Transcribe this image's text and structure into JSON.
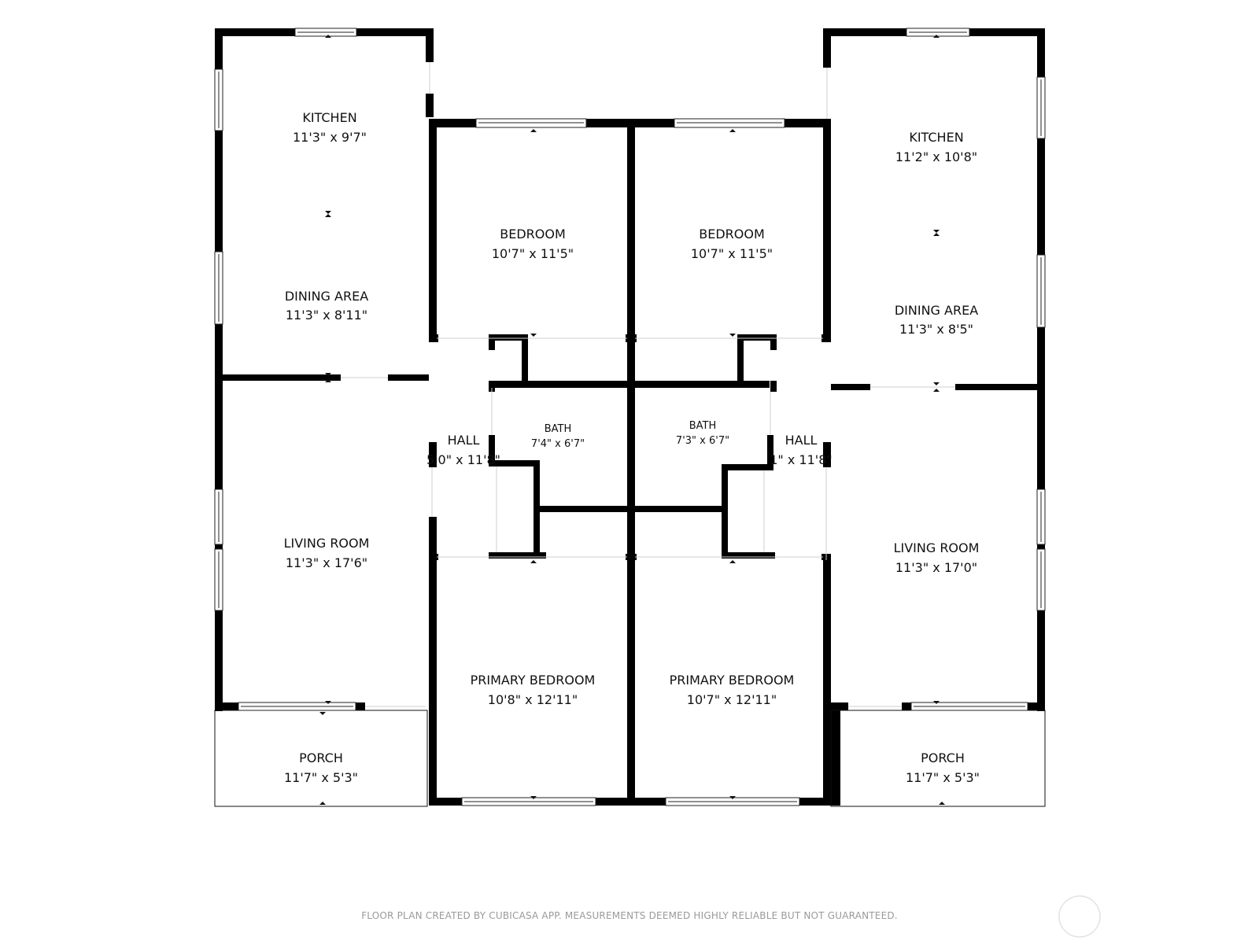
{
  "rooms": {
    "left_kitchen": {
      "name": "KITCHEN",
      "dims": "11'3\" x 9'7\""
    },
    "left_dining": {
      "name": "DINING AREA",
      "dims": "11'3\" x 8'11\""
    },
    "left_living": {
      "name": "LIVING ROOM",
      "dims": "11'3\" x 17'6\""
    },
    "left_porch": {
      "name": "PORCH",
      "dims": "11'7\" x 5'3\""
    },
    "bedroom_a": {
      "name": "BEDROOM",
      "dims": "10'7\" x 11'5\""
    },
    "bedroom_b": {
      "name": "BEDROOM",
      "dims": "10'7\" x 11'5\""
    },
    "left_hall": {
      "name": "HALL",
      "dims": "5'0\" x 11'8\""
    },
    "bath_a": {
      "name": "BATH",
      "dims": "7'4\" x 6'7\""
    },
    "bath_b": {
      "name": "BATH",
      "dims": "7'3\" x 6'7\""
    },
    "right_hall": {
      "name": "HALL",
      "dims": "1\" x 11'8\""
    },
    "primary_a": {
      "name": "PRIMARY BEDROOM",
      "dims": "10'8\" x 12'11\""
    },
    "primary_b": {
      "name": "PRIMARY BEDROOM",
      "dims": "10'7\" x 12'11\""
    },
    "right_kitchen": {
      "name": "KITCHEN",
      "dims": "11'2\" x 10'8\""
    },
    "right_dining": {
      "name": "DINING AREA",
      "dims": "11'3\" x 8'5\""
    },
    "right_living": {
      "name": "LIVING ROOM",
      "dims": "11'3\" x 17'0\""
    },
    "right_porch": {
      "name": "PORCH",
      "dims": "11'7\" x 5'3\""
    }
  },
  "footer": {
    "note": "FLOOR PLAN CREATED BY CUBICASA APP. MEASUREMENTS DEEMED HIGHLY RELIABLE BUT NOT GUARANTEED."
  },
  "colors": {
    "wall": "#000000",
    "background": "#ffffff",
    "footer_text": "#9a9a9a"
  },
  "icons": {
    "compass": "compass-icon"
  }
}
